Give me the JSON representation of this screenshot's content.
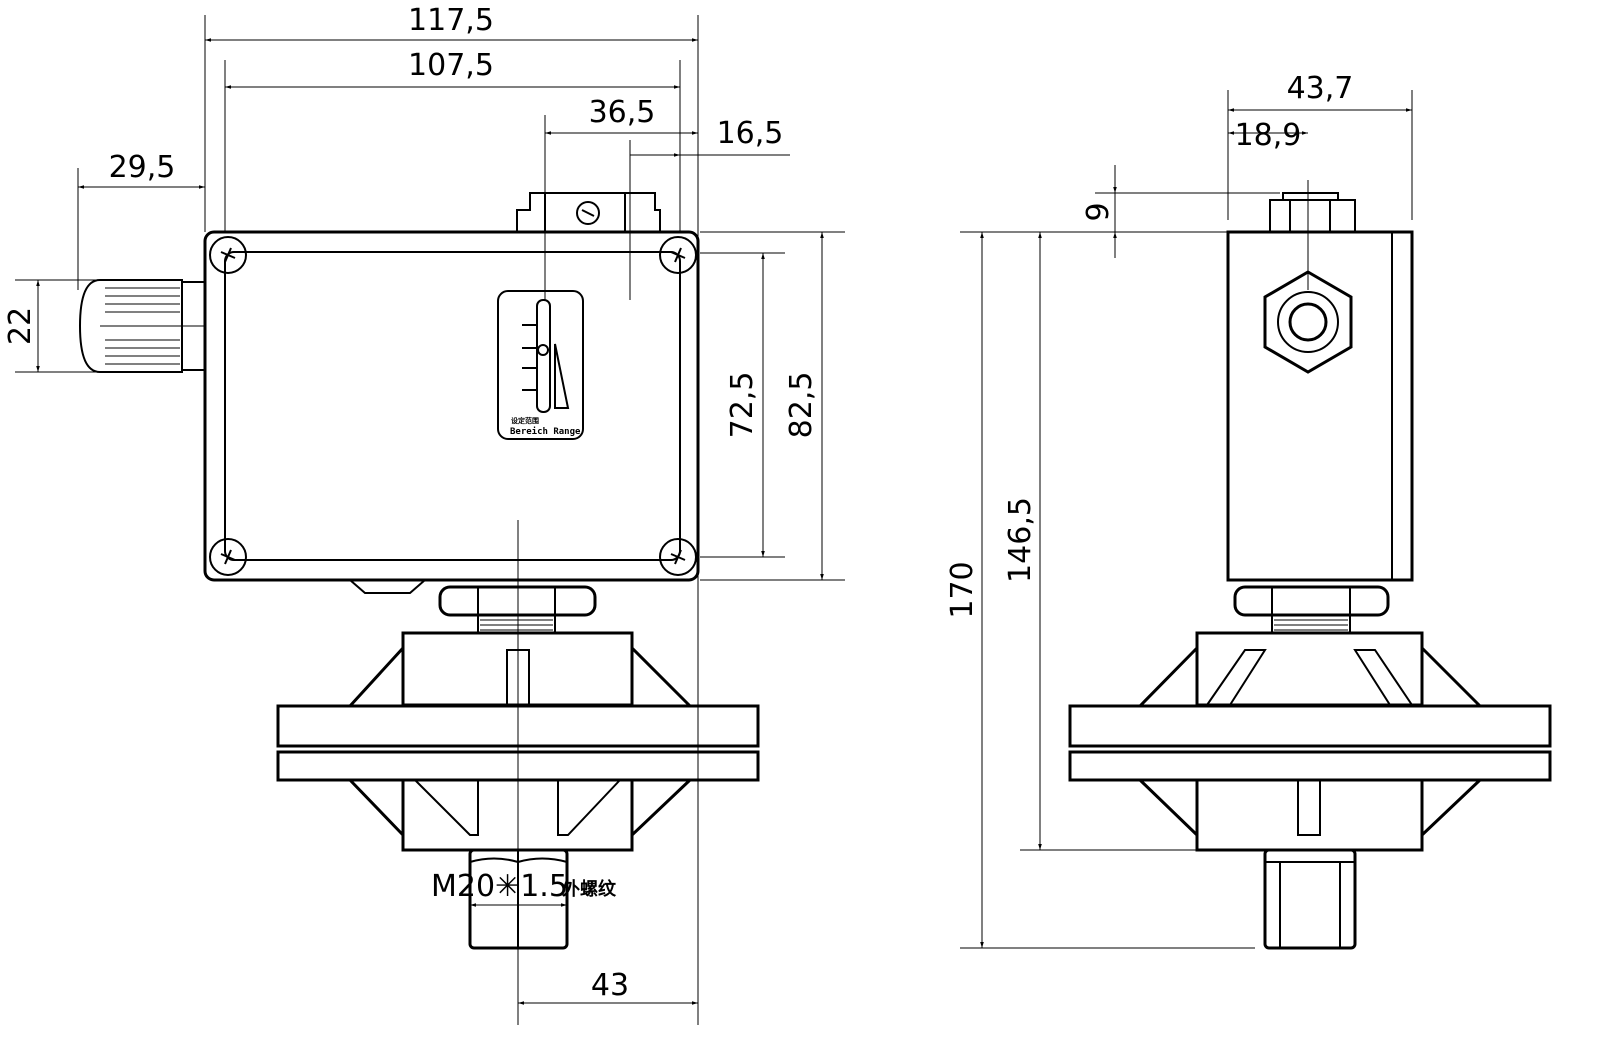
{
  "drawing": {
    "front_view": {
      "dims": {
        "overall_width": "117,5",
        "inner_width": "107,5",
        "connector_offset": "36,5",
        "screw_offset": "16,5",
        "gland_length": "29,5",
        "gland_diameter": "22",
        "inner_height": "72,5",
        "outer_height": "82,5",
        "center_offset": "43"
      },
      "thread_label": "M20✳1.5",
      "thread_label_cn": "外螺纹",
      "scale_label": "Bereich Range",
      "scale_label_cn": "设定范围"
    },
    "side_view": {
      "dims": {
        "depth": "43,7",
        "center_depth": "18,9",
        "gland_height": "9",
        "total_height": "170",
        "body_to_flange": "146,5"
      }
    }
  }
}
